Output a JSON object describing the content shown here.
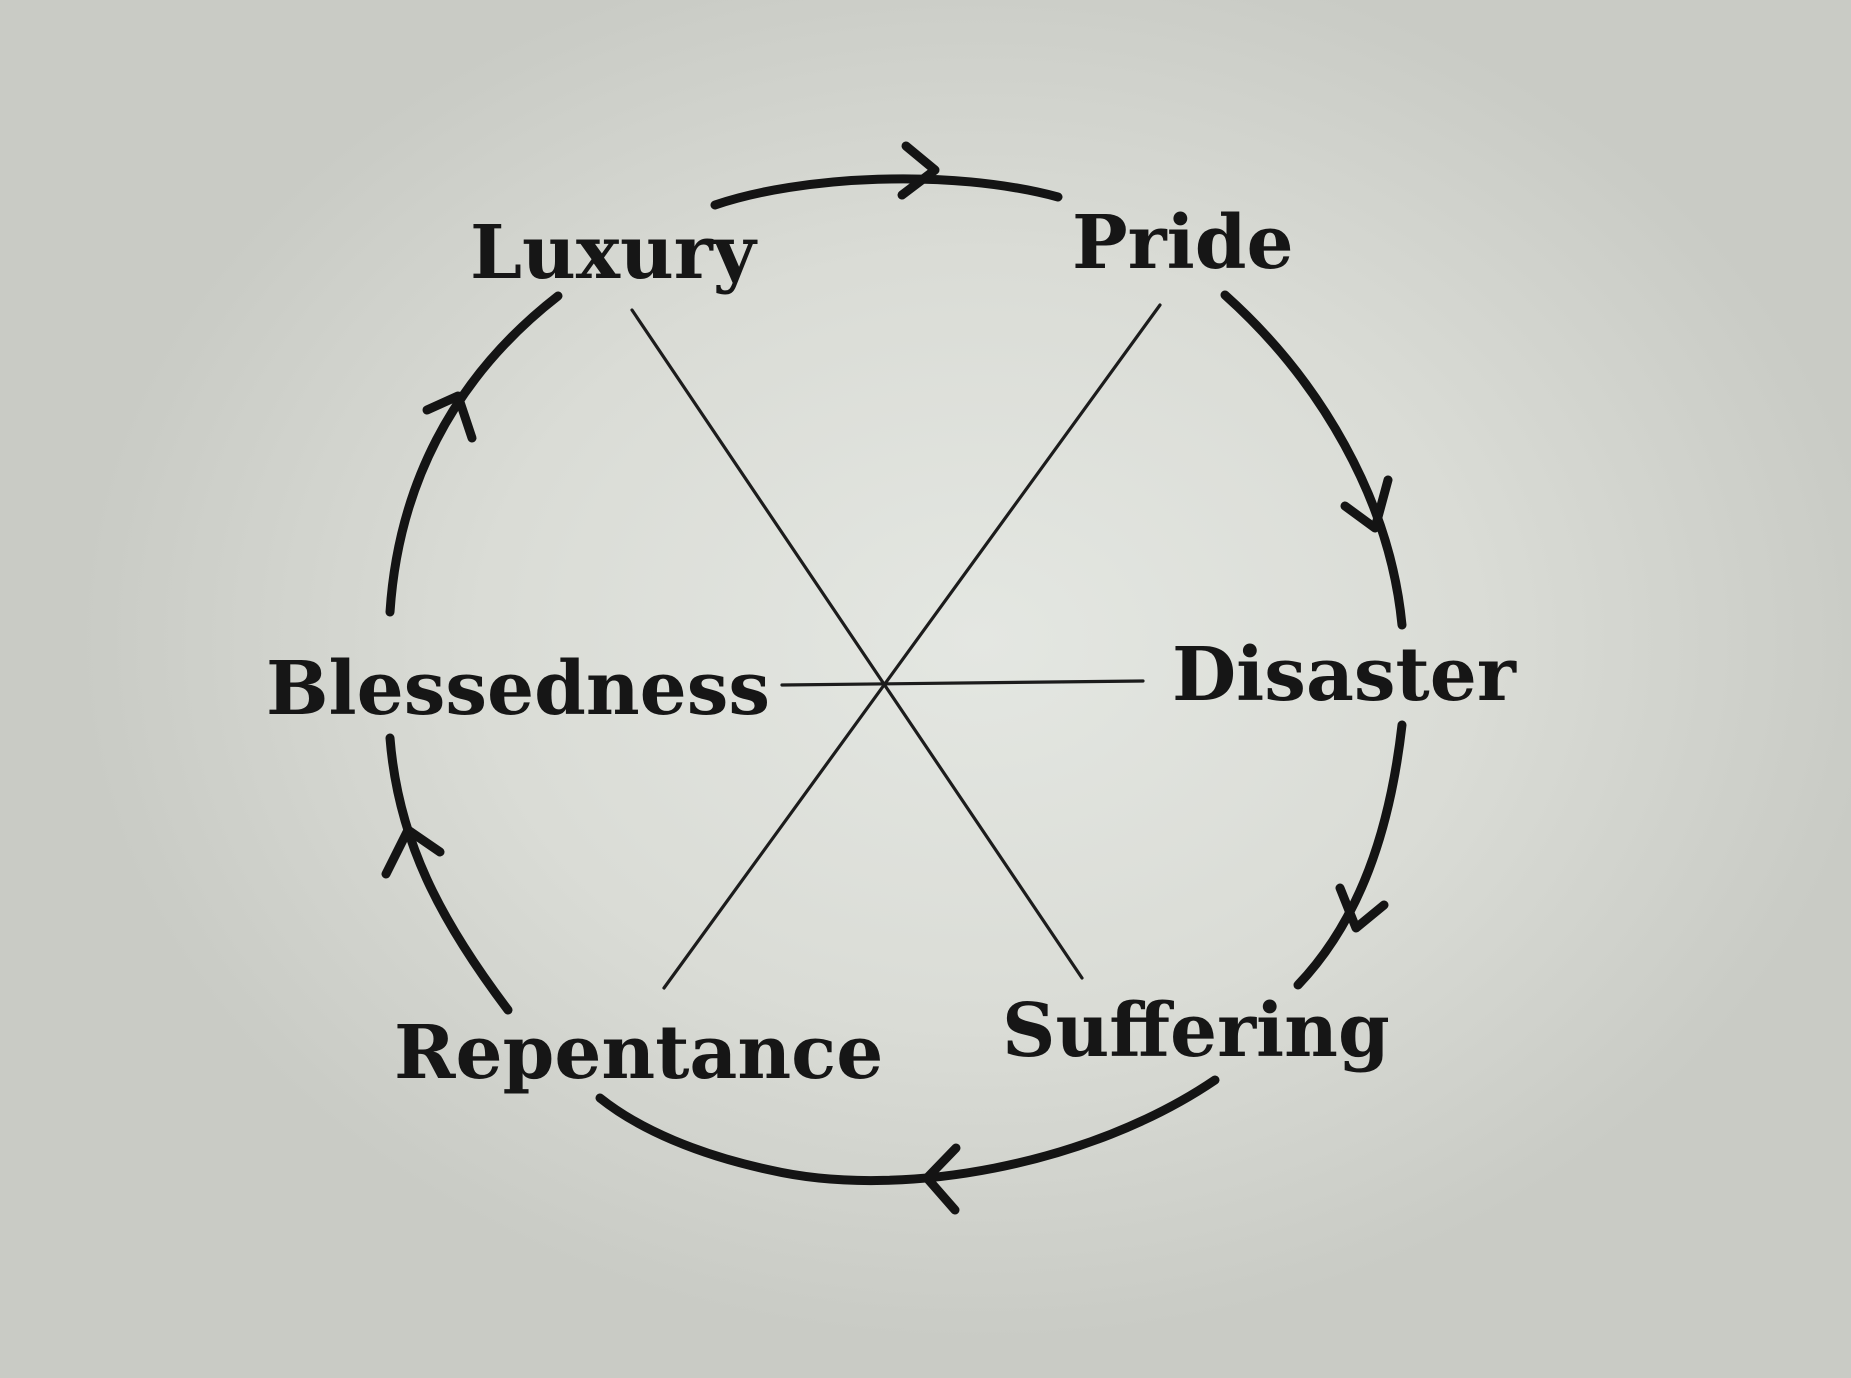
{
  "diagram": {
    "nodes": [
      {
        "id": "luxury",
        "label": "Luxury"
      },
      {
        "id": "pride",
        "label": "Pride"
      },
      {
        "id": "disaster",
        "label": "Disaster"
      },
      {
        "id": "suffering",
        "label": "Suffering"
      },
      {
        "id": "repentance",
        "label": "Repentance"
      },
      {
        "id": "blessedness",
        "label": "Blessedness"
      }
    ],
    "cycle_edges": [
      {
        "from": "luxury",
        "to": "pride"
      },
      {
        "from": "pride",
        "to": "disaster"
      },
      {
        "from": "disaster",
        "to": "suffering"
      },
      {
        "from": "suffering",
        "to": "repentance"
      },
      {
        "from": "repentance",
        "to": "blessedness"
      },
      {
        "from": "blessedness",
        "to": "luxury"
      }
    ],
    "cross_links": [
      {
        "from": "luxury",
        "to": "suffering"
      },
      {
        "from": "pride",
        "to": "repentance"
      },
      {
        "from": "blessedness",
        "to": "disaster"
      }
    ],
    "colors": {
      "ink": "#141414",
      "paper": "#dadcd6"
    }
  }
}
